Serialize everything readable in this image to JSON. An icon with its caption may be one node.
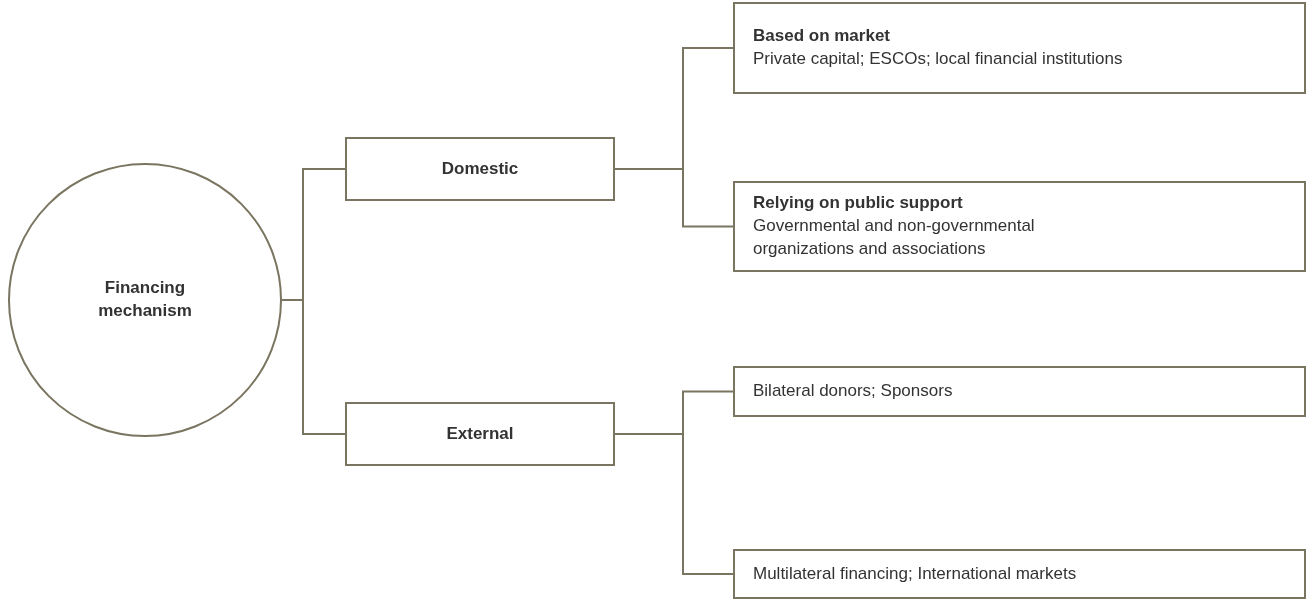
{
  "diagram": {
    "nodes": [
      {
        "text": [
          "Financing mechanism"
        ]
      },
      {
        "text": [
          "Domestic"
        ]
      },
      {
        "text": [
          "External"
        ]
      },
      {
        "text": [
          "Based on market",
          "Private capital; ESCOs; local financial institutions"
        ]
      },
      {
        "text": [
          "Relying on public support",
          "Governmental and non-governmental organizations and associations"
        ]
      },
      {
        "text": [
          "Bilateral donors; Sponsors"
        ]
      },
      {
        "text": [
          "Multilateral financing; International markets"
        ]
      }
    ],
    "edges": [
      {
        "from": 0,
        "to": 1,
        "arrow": "none"
      },
      {
        "from": 0,
        "to": 2,
        "arrow": "none"
      },
      {
        "from": 1,
        "to": 3,
        "arrow": "none"
      },
      {
        "from": 1,
        "to": 4,
        "arrow": "none"
      },
      {
        "from": 2,
        "to": 5,
        "arrow": "none"
      },
      {
        "from": 2,
        "to": 6,
        "arrow": "none"
      }
    ]
  }
}
